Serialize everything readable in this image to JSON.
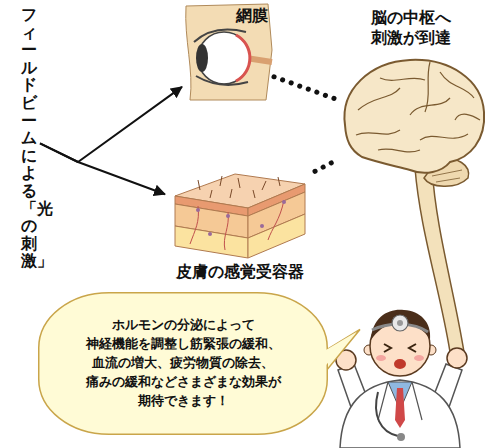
{
  "diagram": {
    "nodes": [
      {
        "text": [
          "フィールドビームによる「光の刺激」"
        ]
      },
      {
        "text": [
          "網膜"
        ]
      },
      {
        "text": [
          "皮膚の感覚受容器"
        ]
      },
      {
        "text": [
          "脳の中枢へ 刺激が到達"
        ]
      },
      {
        "text": [
          "ホルモンの分泌によって 神経機能を調整し筋緊張の緩和、 血流の増大、疲労物質の除去、 痛みの緩和などさまざまな効果が 期待できます！"
        ]
      }
    ],
    "edges": [
      {
        "from": 0,
        "to": 1,
        "arrow": "to"
      },
      {
        "from": 0,
        "to": 2,
        "arrow": "to"
      },
      {
        "from": 1,
        "to": 3,
        "arrow": "none"
      },
      {
        "from": 2,
        "to": 3,
        "arrow": "none"
      }
    ]
  }
}
